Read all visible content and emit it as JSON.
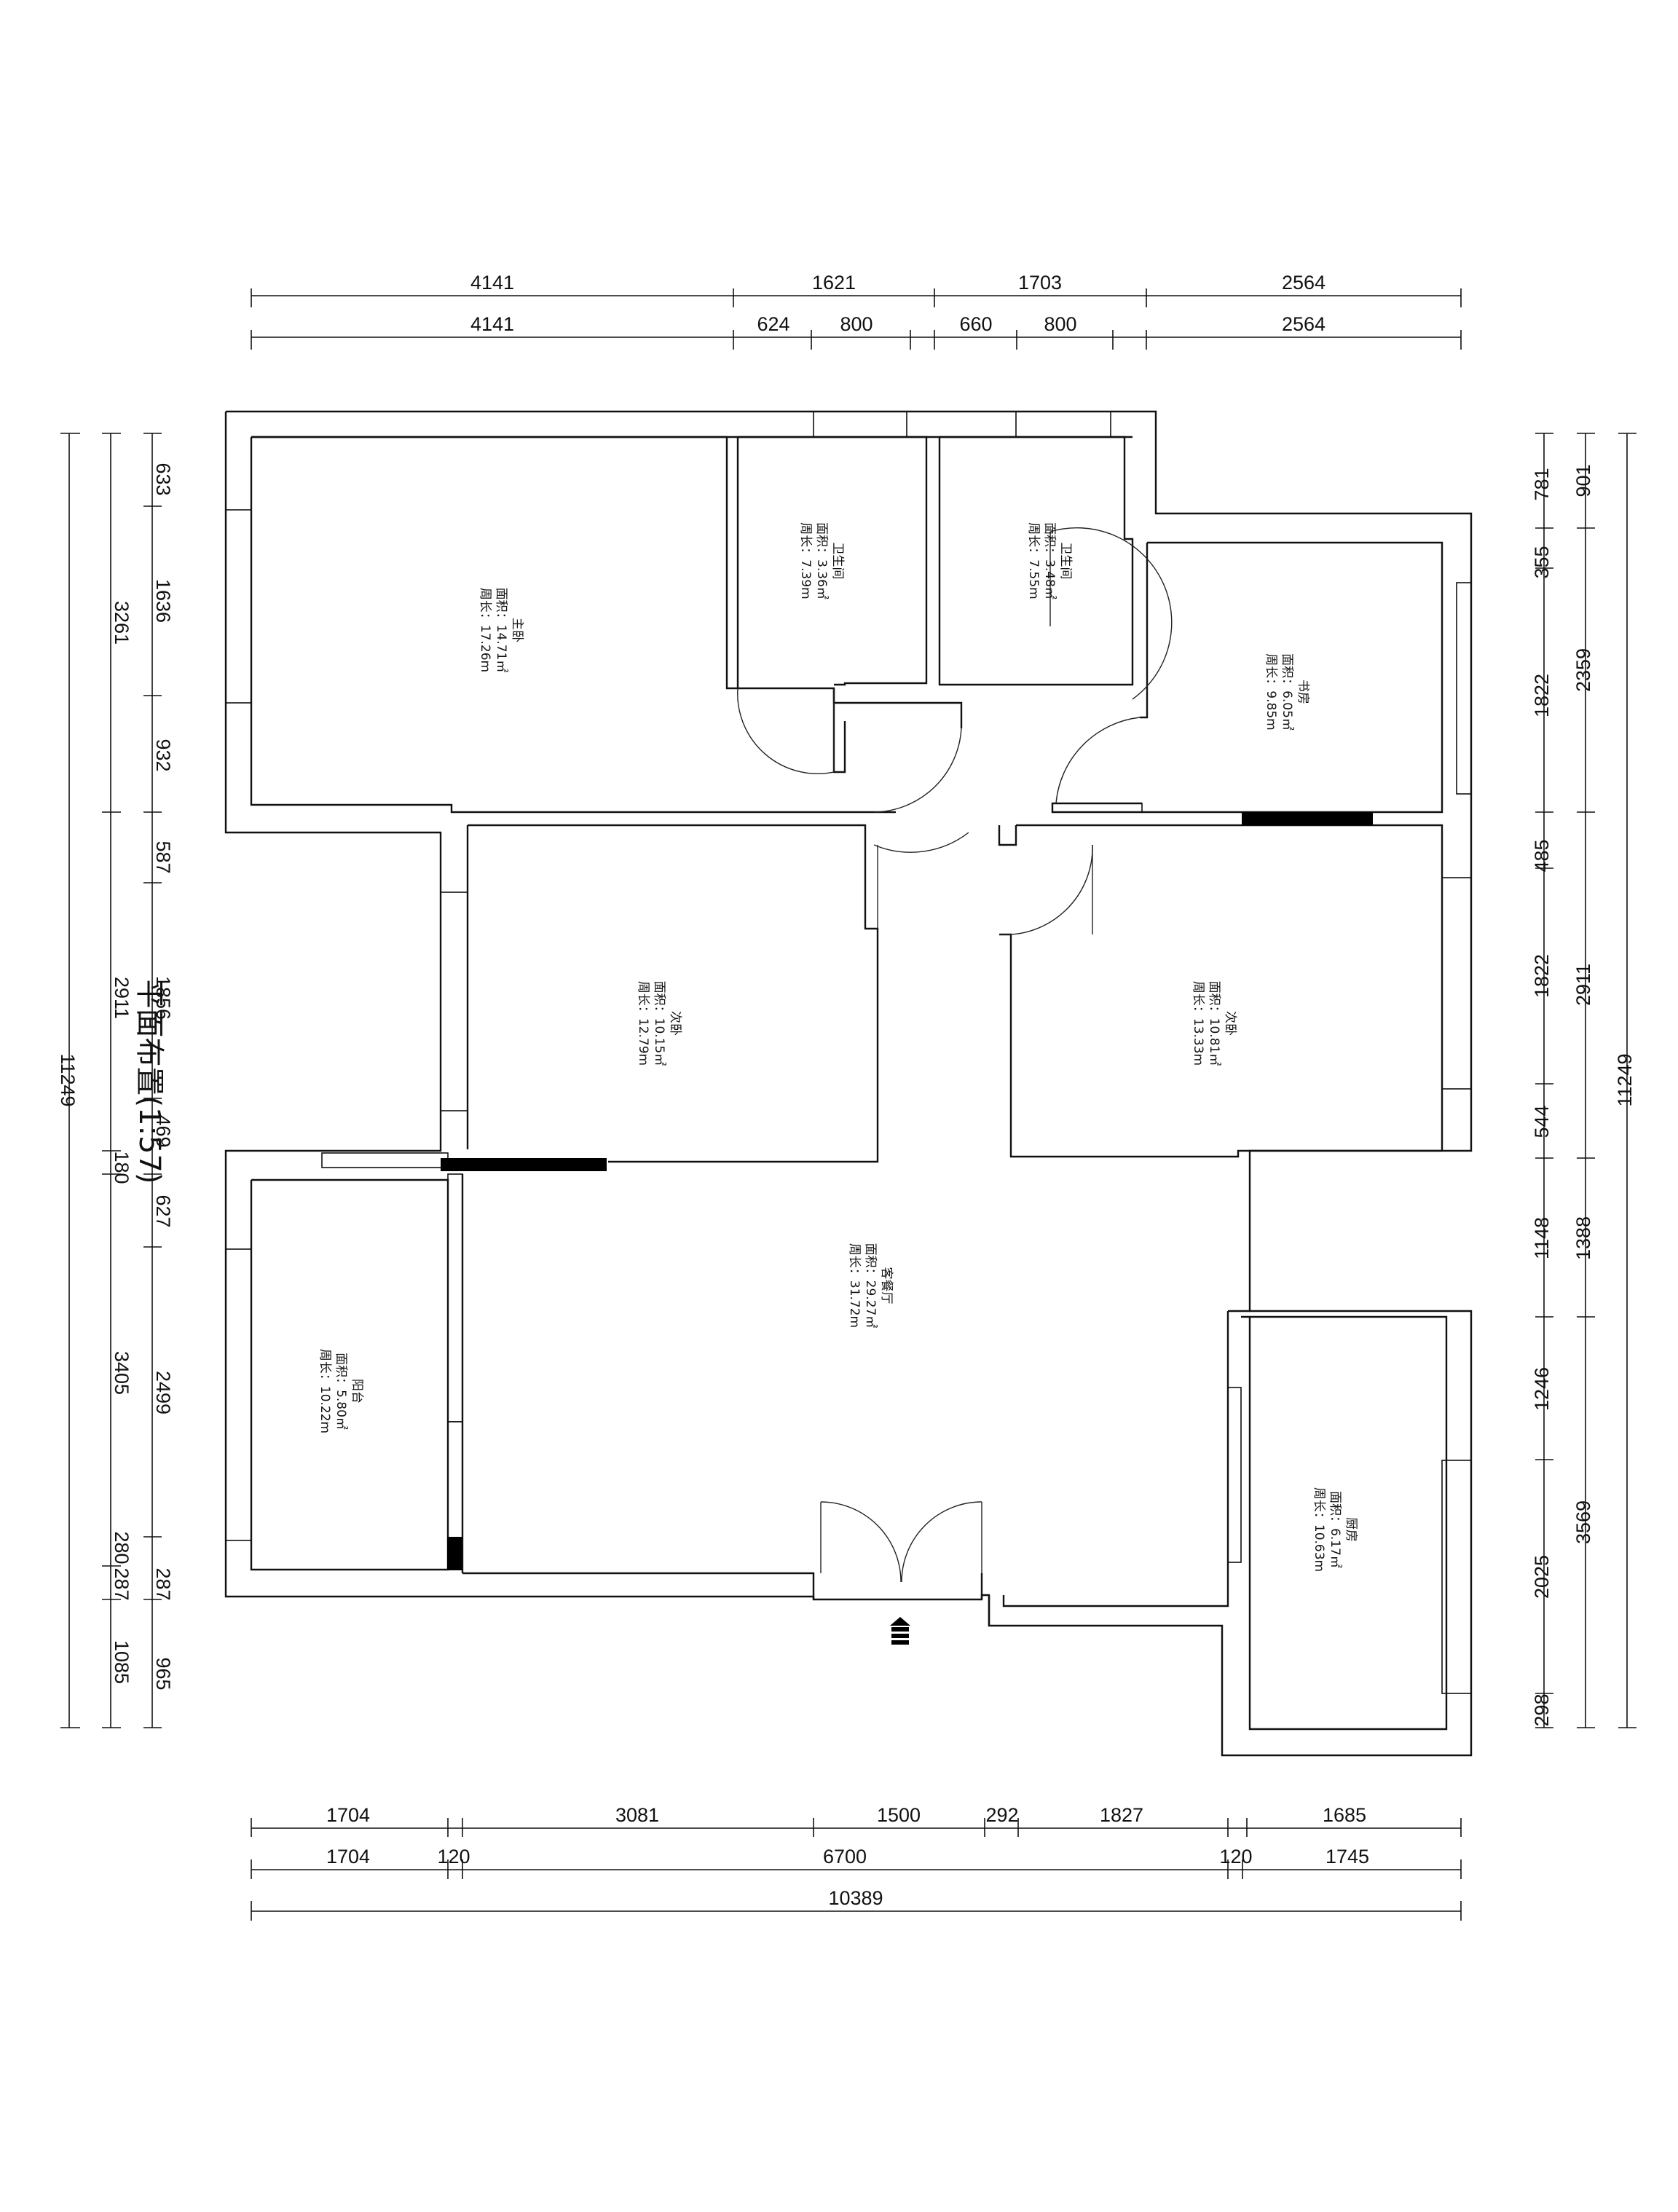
{
  "title": "平面布置(1:57)",
  "rooms": [
    {
      "name": "主卧",
      "area": "面积：14.71㎡",
      "perimeter": "周长：17.26m"
    },
    {
      "name": "卫生间",
      "area": "面积：3.36㎡",
      "perimeter": "周长：7.39m"
    },
    {
      "name": "卫生间",
      "area": "面积：3.48㎡",
      "perimeter": "周长：7.55m"
    },
    {
      "name": "书房",
      "area": "面积：6.05㎡",
      "perimeter": "周长：9.85m"
    },
    {
      "name": "次卧",
      "area": "面积：10.15㎡",
      "perimeter": "周长：12.79m"
    },
    {
      "name": "次卧",
      "area": "面积：10.81㎡",
      "perimeter": "周长：13.33m"
    },
    {
      "name": "客餐厅",
      "area": "面积：29.27㎡",
      "perimeter": "周长：31.72m"
    },
    {
      "name": "阳台",
      "area": "面积：5.80㎡",
      "perimeter": "周长：10.22m"
    },
    {
      "name": "厨房",
      "area": "面积：6.17㎡",
      "perimeter": "周长：10.63m"
    }
  ],
  "dimensions": {
    "top_row1": [
      "4141",
      "1621",
      "1703",
      "2564"
    ],
    "top_row2": [
      "4141",
      "624",
      "800",
      "660",
      "800",
      "2564"
    ],
    "left_outer": [
      "11249"
    ],
    "left_middle": [
      "3261",
      "2911",
      "180",
      "3405",
      "280",
      "287",
      "1085"
    ],
    "left_inner": [
      "633",
      "1636",
      "932",
      "587",
      "1856",
      "469",
      "627",
      "2499",
      "287",
      "965"
    ],
    "right_inner": [
      "781",
      "355",
      "1822",
      "485",
      "1822",
      "544",
      "1148",
      "1246",
      "2025",
      "298"
    ],
    "right_middle": [
      "901",
      "2359",
      "2911",
      "1388",
      "3569"
    ],
    "right_outer": [
      "11249"
    ],
    "bottom_row1": [
      "1704",
      "3081",
      "1500",
      "292",
      "1827",
      "1685"
    ],
    "bottom_row2": [
      "1704",
      "120",
      "6700",
      "120",
      "1745"
    ],
    "bottom_row3": [
      "10389"
    ]
  }
}
